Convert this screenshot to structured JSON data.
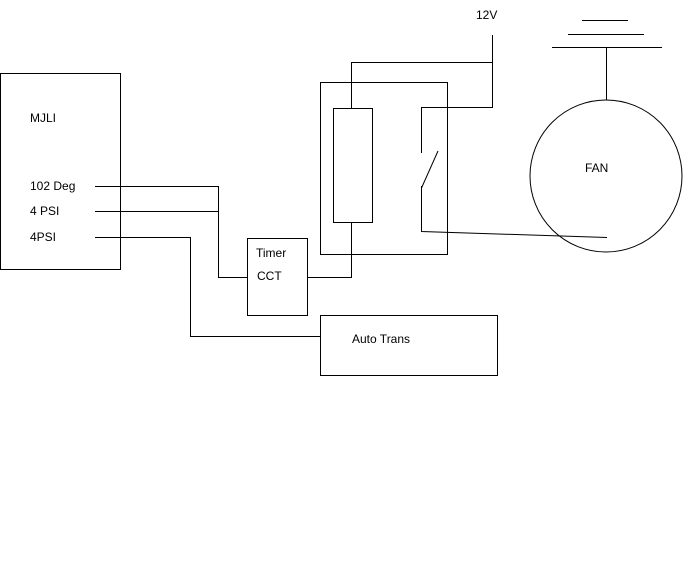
{
  "mjli": {
    "title": "MJLI",
    "outputs": [
      "102 Deg",
      "4 PSI",
      "4PSI"
    ]
  },
  "timer": {
    "line1": "Timer",
    "line2": "CCT"
  },
  "auto_trans": {
    "label": "Auto Trans"
  },
  "supply": {
    "label": "12V"
  },
  "fan": {
    "label": "FAN"
  },
  "line_color": "#000000"
}
